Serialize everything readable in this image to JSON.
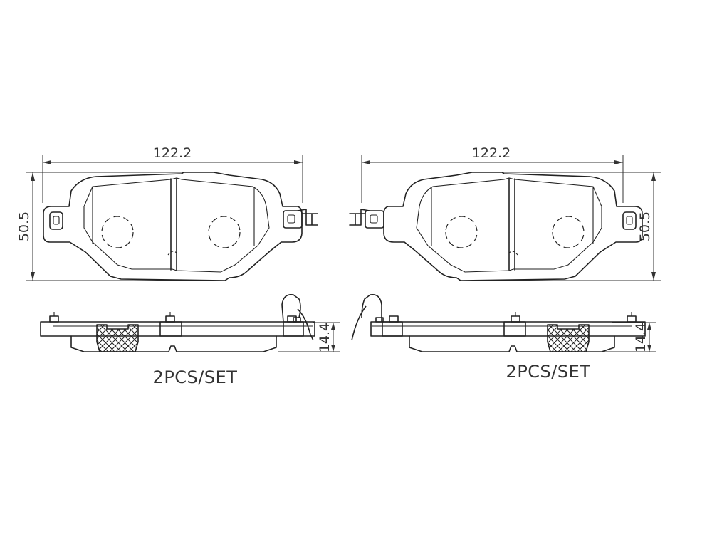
{
  "left_assembly": {
    "width_dim": "122.2",
    "height_dim": "50.5",
    "thickness_dim": "14.4",
    "set_label": "2PCS/SET"
  },
  "right_assembly": {
    "width_dim": "122.2",
    "height_dim": "50.5",
    "thickness_dim": "14.4",
    "set_label": "2PCS/SET"
  },
  "line_color": "#222222"
}
